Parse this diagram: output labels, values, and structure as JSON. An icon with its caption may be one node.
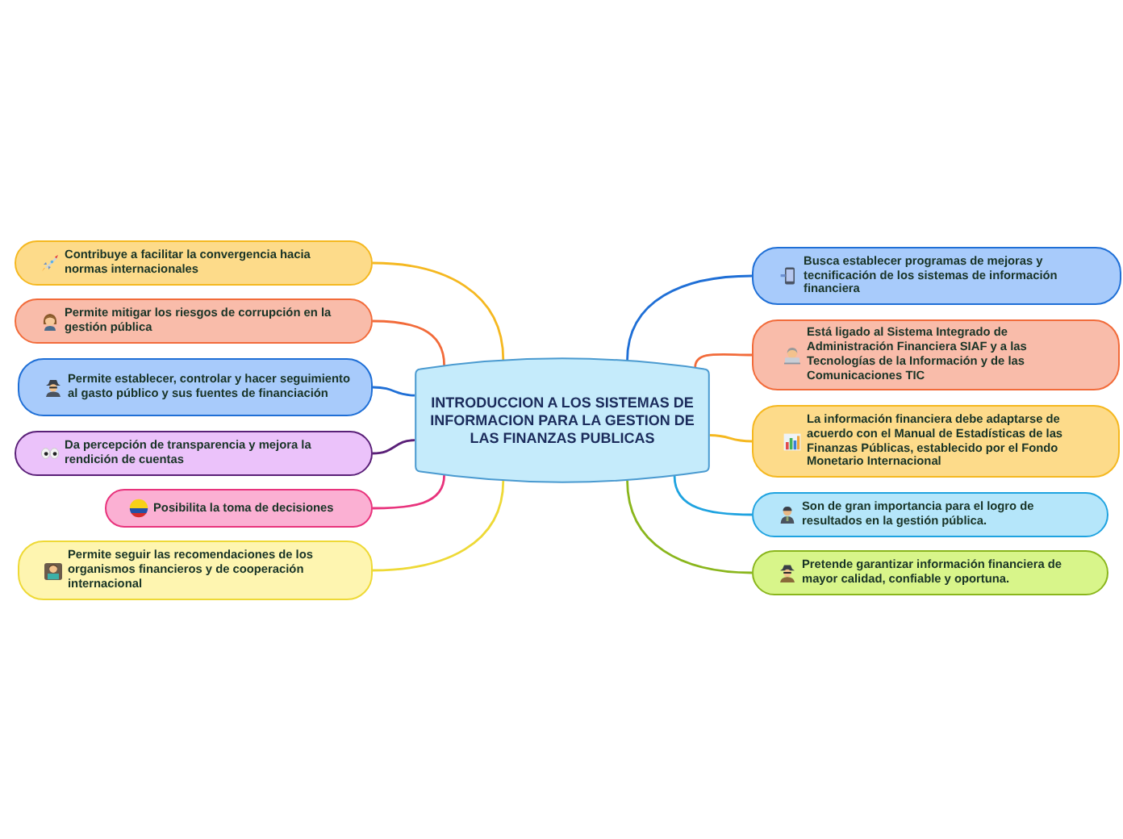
{
  "diagram": {
    "nodes": [
      {
        "text": [
          "INTRODUCCION A LOS SISTEMAS DE INFORMACION PARA LA GESTION DE LAS FINANZAS PUBLICAS"
        ]
      },
      {
        "text": [
          "Contribuye a facilitar la convergencia hacia normas internacionales"
        ]
      },
      {
        "text": [
          "Permite mitigar los riesgos de corrupción en la gestión pública"
        ]
      },
      {
        "text": [
          "Permite establecer, controlar y hacer seguimiento al gasto público y sus fuentes de financiación"
        ]
      },
      {
        "text": [
          "Da percepción de transparencia y mejora la rendición de cuentas"
        ]
      },
      {
        "text": [
          "Posibilita la toma de decisiones"
        ]
      },
      {
        "text": [
          "Permite seguir las recomendaciones de los organismos financieros y de cooperación internacional"
        ]
      },
      {
        "text": [
          "Busca establecer programas de mejoras y tecnificación de los sistemas de información financiera"
        ]
      },
      {
        "text": [
          "Está ligado al Sistema Integrado de Administración Financiera SIAF y a las Tecnologías de la Información y de las Comunicaciones TIC"
        ]
      },
      {
        "text": [
          "La información financiera debe adaptarse de acuerdo con el Manual de Estadísticas de las Finanzas Públicas, establecido por el Fondo Monetario Internacional"
        ]
      },
      {
        "text": [
          "Son de gran importancia para el logro de resultados en la gestión pública."
        ]
      },
      {
        "text": [
          "Pretende garantizar información financiera de mayor calidad, confiable y oportuna."
        ]
      }
    ],
    "edges": [
      {
        "from": 0,
        "to": 1,
        "arrow": "none",
        "color": "#f5b820"
      },
      {
        "from": 0,
        "to": 2,
        "arrow": "none",
        "color": "#f26b3a"
      },
      {
        "from": 0,
        "to": 3,
        "arrow": "none",
        "color": "#1f6fd6"
      },
      {
        "from": 0,
        "to": 4,
        "arrow": "none",
        "color": "#5a2078"
      },
      {
        "from": 0,
        "to": 5,
        "arrow": "none",
        "color": "#e8337c"
      },
      {
        "from": 0,
        "to": 6,
        "arrow": "none",
        "color": "#eed936"
      },
      {
        "from": 0,
        "to": 7,
        "arrow": "none",
        "color": "#1f6fd6"
      },
      {
        "from": 0,
        "to": 8,
        "arrow": "none",
        "color": "#f26b3a"
      },
      {
        "from": 0,
        "to": 9,
        "arrow": "none",
        "color": "#f5b820"
      },
      {
        "from": 0,
        "to": 10,
        "arrow": "none",
        "color": "#1fa3e0"
      },
      {
        "from": 0,
        "to": 11,
        "arrow": "none",
        "color": "#8ab61c"
      }
    ]
  }
}
